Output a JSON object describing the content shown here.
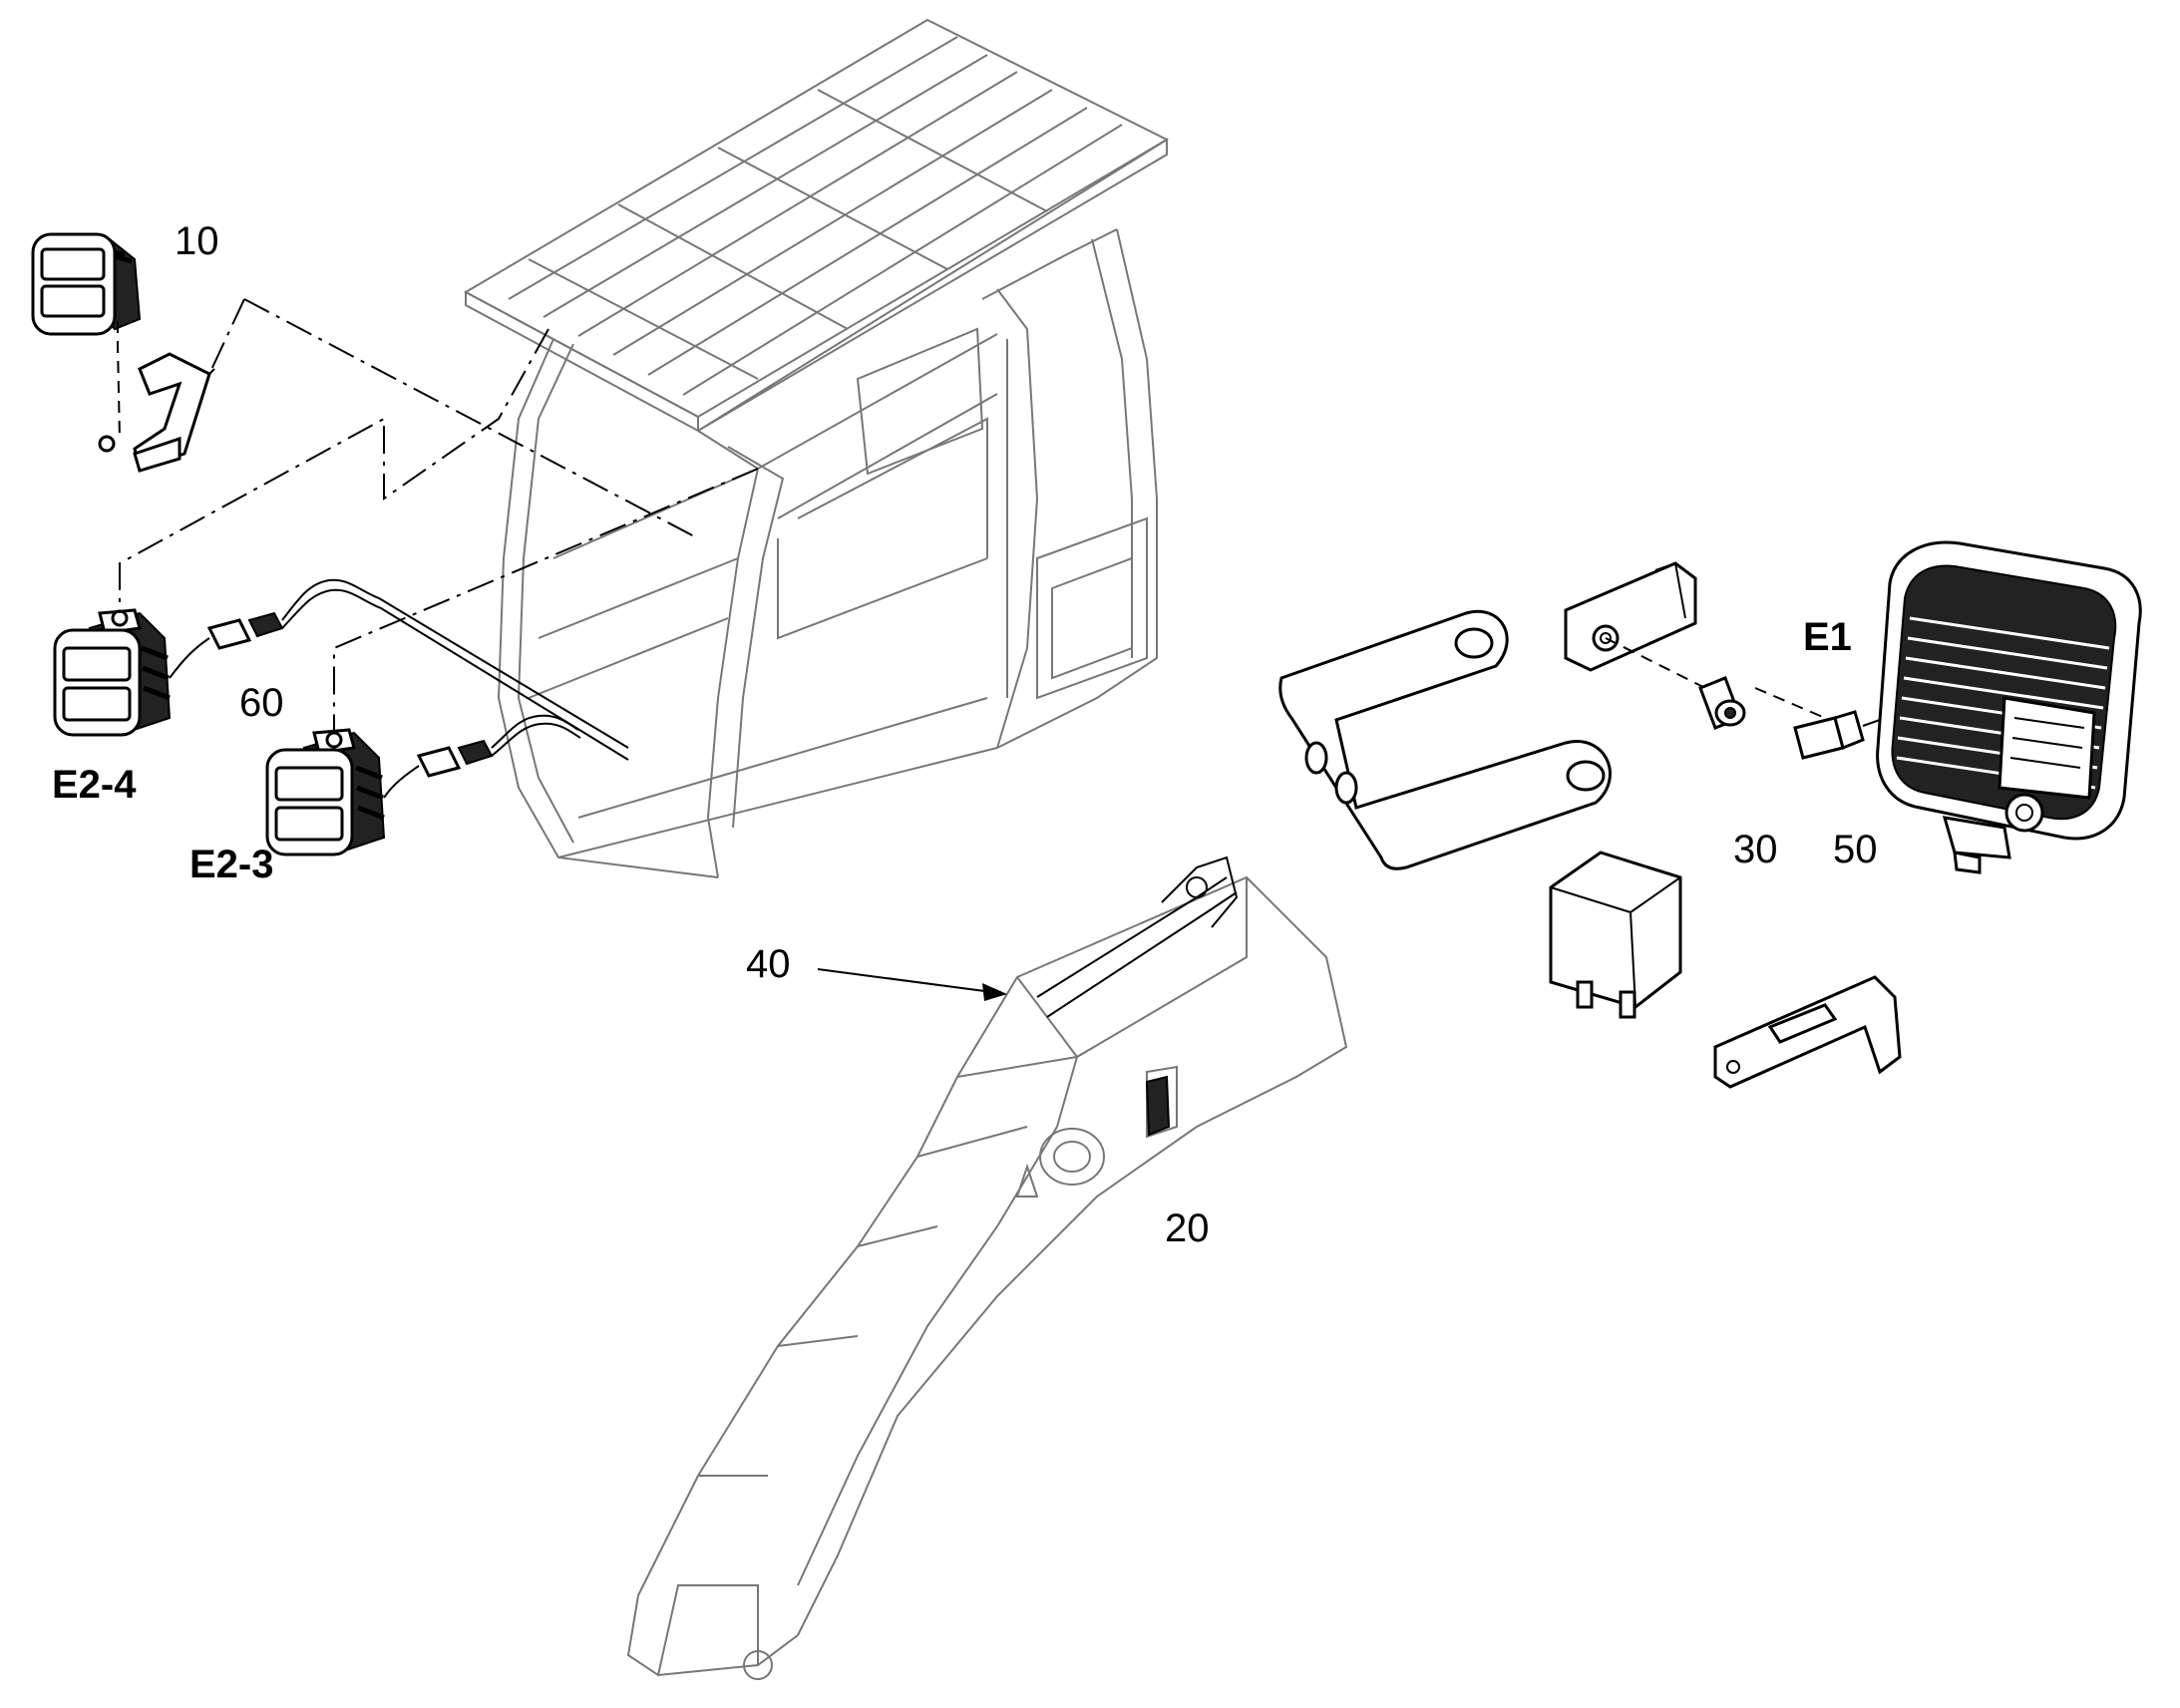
{
  "callouts": {
    "item_10": "10",
    "item_20": "20",
    "item_30": "30",
    "item_40": "40",
    "item_50": "50",
    "item_60": "60",
    "e1": "E1",
    "e2_3": "E2-3",
    "e2_4": "E2-4"
  },
  "colors": {
    "line": "#000000",
    "background": "#ffffff",
    "light_line": "#777777"
  },
  "icons": {
    "lamp": "work-lamp-icon",
    "relay": "relay-icon",
    "bracket": "mounting-bracket-icon",
    "connector": "plug-connector-icon",
    "screw": "cap-screw-icon"
  }
}
